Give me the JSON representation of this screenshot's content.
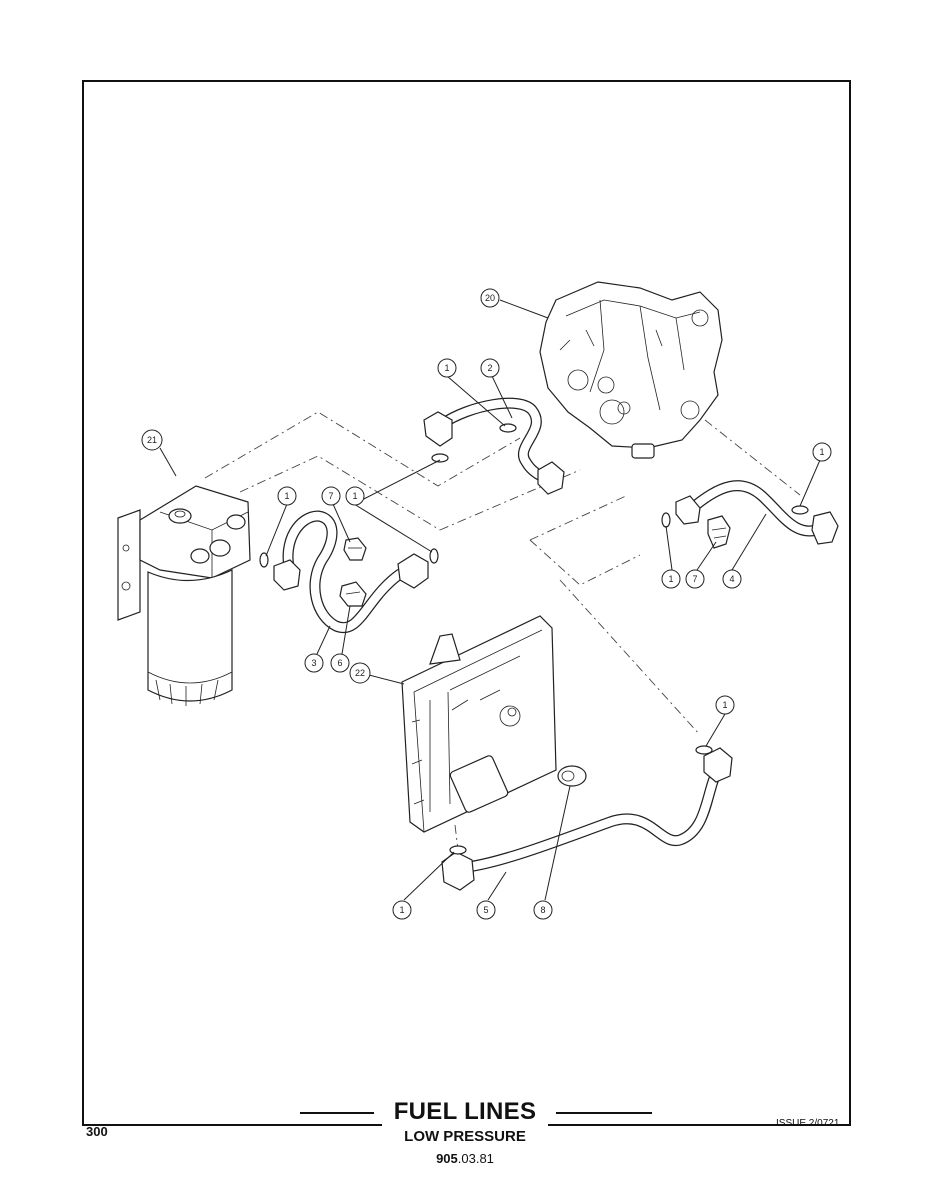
{
  "page": {
    "page_number": "300",
    "issue": "ISSUE 2/0721",
    "title": "FUEL LINES",
    "subtitle": "LOW PRESSURE",
    "ref_bold": "905",
    "ref_rest": ".03.81"
  },
  "callouts": [
    {
      "label": "20"
    },
    {
      "label": "1"
    },
    {
      "label": "2"
    },
    {
      "label": "21"
    },
    {
      "label": "1"
    },
    {
      "label": "7"
    },
    {
      "label": "1"
    },
    {
      "label": "1"
    },
    {
      "label": "1"
    },
    {
      "label": "7"
    },
    {
      "label": "4"
    },
    {
      "label": "3"
    },
    {
      "label": "6"
    },
    {
      "label": "22"
    },
    {
      "label": "1"
    },
    {
      "label": "1"
    },
    {
      "label": "5"
    },
    {
      "label": "8"
    }
  ]
}
